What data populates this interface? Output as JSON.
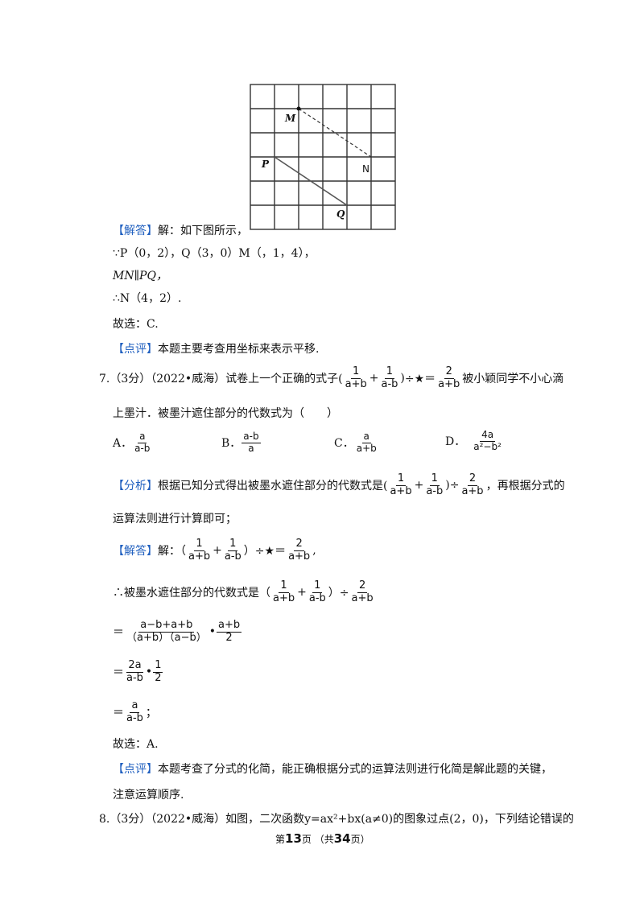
{
  "grid_figure": {
    "label_M": "M",
    "label_N": "N",
    "label_P": "P",
    "label_Q": "Q"
  },
  "q6": {
    "answer_tag": "【解答】",
    "answer_text": "解：如下图所示，",
    "line1": "∵P（0，2），Q（3，0）M（，1，4），",
    "line2": "MN∥PQ，",
    "line3": "∴N（4，2）.",
    "choice": "故选：C.",
    "comment_tag": "【点评】",
    "comment_text": "本题主要考查用坐标来表示平移."
  },
  "q7": {
    "stem_prefix": "7.（3分）（2022•威海）试卷上一个正确的式子(",
    "stem_suffix": "被小颖同学不小心滴",
    "stem_line2": "上墨汁．被墨汁遮住部分的代数式为（　　）",
    "div_star": "÷★＝",
    "frac_1": "1",
    "frac_2": "2",
    "frac_a": "a",
    "frac_2a": "2a",
    "frac_4a": "4a",
    "a_plus_b": "a+b",
    "a_minus_b": "a-b",
    "a2_minus_b2": "a²−b²",
    "options": [
      "A．",
      "B．",
      "C．",
      "D．"
    ],
    "analysis_tag": "【分析】",
    "analysis_text": "根据已知分式得出被墨水遮住部分的代数式是(",
    "analysis_text2": "，再根据分式的",
    "analysis_line2": "运算法则进行计算即可；",
    "answer_tag": "【解答】",
    "answer_text": "解：（",
    "step1_prefix": "∴被墨水遮住部分的代数式是（",
    "step2_num": "a−b+a+b",
    "step2_den": "（a+b）（a−b）",
    "choice": "故选：A.",
    "comment_tag": "【点评】",
    "comment_text": "本题考查了分式的化简，能正确根据分式的运算法则进行化简是解此题的关键，",
    "comment_line2": "注意运算顺序."
  },
  "q8": {
    "stem": "8.（3分）（2022•威海）如图，二次函数y=ax²+bx(a≠0)的图象过点(2，0)，下列结论错误的"
  },
  "footer": {
    "prefix": "第",
    "page": "13",
    "middle": "页 （共",
    "total": "34",
    "suffix": "页）"
  }
}
